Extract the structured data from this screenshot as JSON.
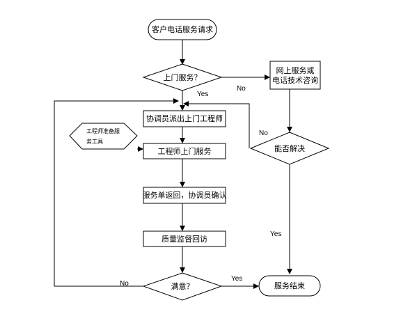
{
  "nodes": {
    "start": "客户电话服务请求",
    "onsite_decision": "上门服务？",
    "remote_service_line1": "网上服务或",
    "remote_service_line2": "电话技术咨询",
    "dispatch": "协调员派出上门工程师",
    "work_order_line1": "工程师准备服",
    "work_order_line2": "务工具",
    "engineer_service": "工程师上门服务",
    "return_confirm": "服务单返回，协调员确认",
    "quality_followup": "质量监督回访",
    "satisfied_decision": "满意？",
    "resolved_decision": "能否解决",
    "end": "服务结束"
  },
  "edge_labels": {
    "onsite_yes": "Yes",
    "onsite_no": "No",
    "resolved_no": "No",
    "resolved_yes": "Yes",
    "satisfied_yes": "Yes",
    "satisfied_no": "No"
  }
}
